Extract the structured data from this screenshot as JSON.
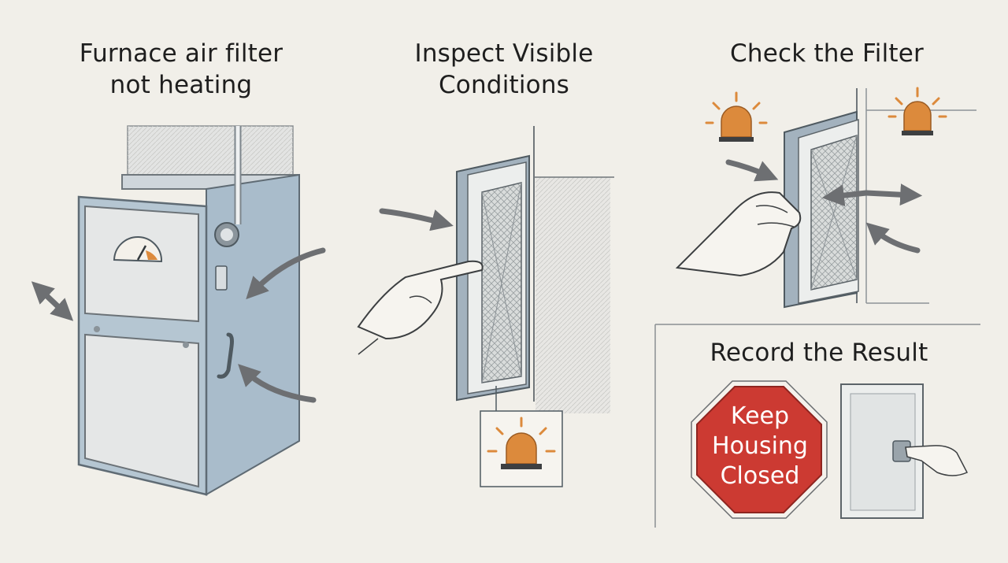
{
  "panels": [
    {
      "title_line1": "Furnace air filter",
      "title_line2": "not heating"
    },
    {
      "title_line1": "Inspect Visible",
      "title_line2": "Conditions"
    },
    {
      "title_line1": "Check the Filter"
    },
    {
      "title_line1": "Record the Result"
    }
  ],
  "stop_sign": {
    "line1": "Keep",
    "line2": "Housing",
    "line3": "Closed"
  },
  "colors": {
    "background": "#f1efe9",
    "furnace_blue": "#a9bccb",
    "cabinet_light": "#e6e8e8",
    "alert_orange": "#dc8a3c",
    "stop_red": "#cc3a32"
  },
  "icons": [
    "furnace",
    "gauge",
    "air-filter",
    "pointing-hand",
    "warning-beacon",
    "airflow-arrow",
    "stop-sign",
    "hand-on-latch"
  ]
}
